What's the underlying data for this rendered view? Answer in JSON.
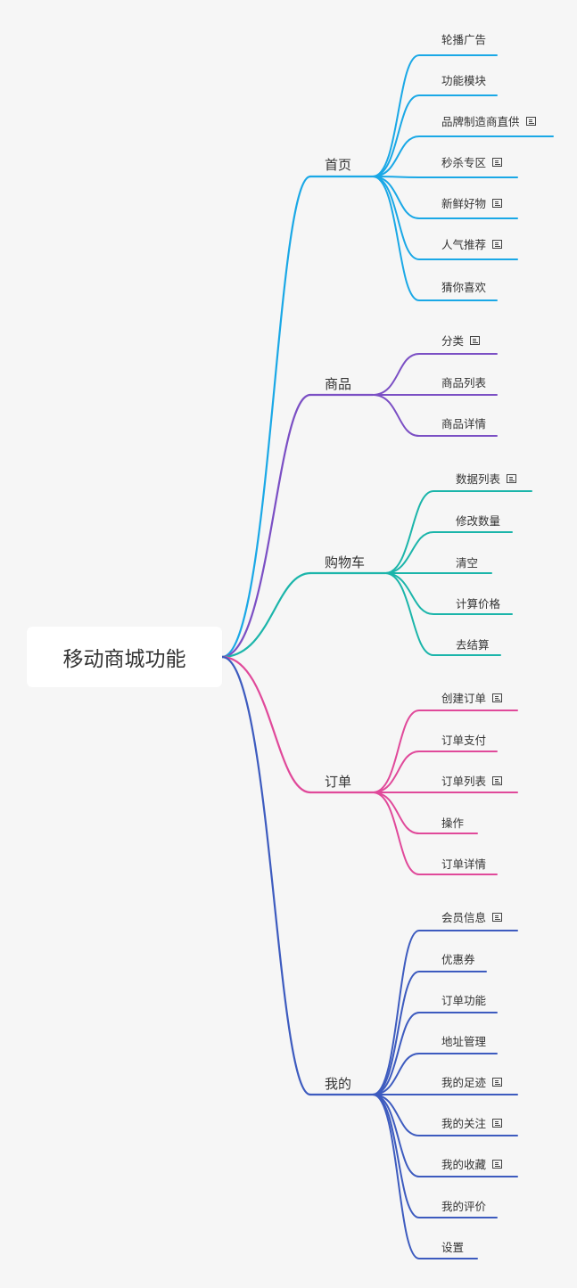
{
  "root": {
    "label": "移动商城功能"
  },
  "branches": [
    {
      "label": "首页",
      "color": "#1aa8e6",
      "children": [
        {
          "label": "轮播广告",
          "note": false
        },
        {
          "label": "功能模块",
          "note": false
        },
        {
          "label": "品牌制造商直供",
          "note": true
        },
        {
          "label": "秒杀专区",
          "note": true
        },
        {
          "label": "新鲜好物",
          "note": true
        },
        {
          "label": "人气推荐",
          "note": true
        },
        {
          "label": "猜你喜欢",
          "note": false
        }
      ]
    },
    {
      "label": "商品",
      "color": "#7b4fc4",
      "children": [
        {
          "label": "分类",
          "note": true
        },
        {
          "label": "商品列表",
          "note": false
        },
        {
          "label": "商品详情",
          "note": false
        }
      ]
    },
    {
      "label": "购物车",
      "color": "#1bb5aa",
      "children": [
        {
          "label": "数据列表",
          "note": true
        },
        {
          "label": "修改数量",
          "note": false
        },
        {
          "label": "清空",
          "note": false
        },
        {
          "label": "计算价格",
          "note": false
        },
        {
          "label": "去结算",
          "note": false
        }
      ]
    },
    {
      "label": "订单",
      "color": "#e0499a",
      "children": [
        {
          "label": "创建订单",
          "note": true
        },
        {
          "label": "订单支付",
          "note": false
        },
        {
          "label": "订单列表",
          "note": true
        },
        {
          "label": "操作",
          "note": false
        },
        {
          "label": "订单详情",
          "note": false
        }
      ]
    },
    {
      "label": "我的",
      "color": "#3d5bbf",
      "children": [
        {
          "label": "会员信息",
          "note": true
        },
        {
          "label": "优惠券",
          "note": false
        },
        {
          "label": "订单功能",
          "note": false
        },
        {
          "label": "地址管理",
          "note": false
        },
        {
          "label": "我的足迹",
          "note": true
        },
        {
          "label": "我的关注",
          "note": true
        },
        {
          "label": "我的收藏",
          "note": true
        },
        {
          "label": "我的评价",
          "note": false
        },
        {
          "label": "设置",
          "note": false
        }
      ]
    }
  ]
}
